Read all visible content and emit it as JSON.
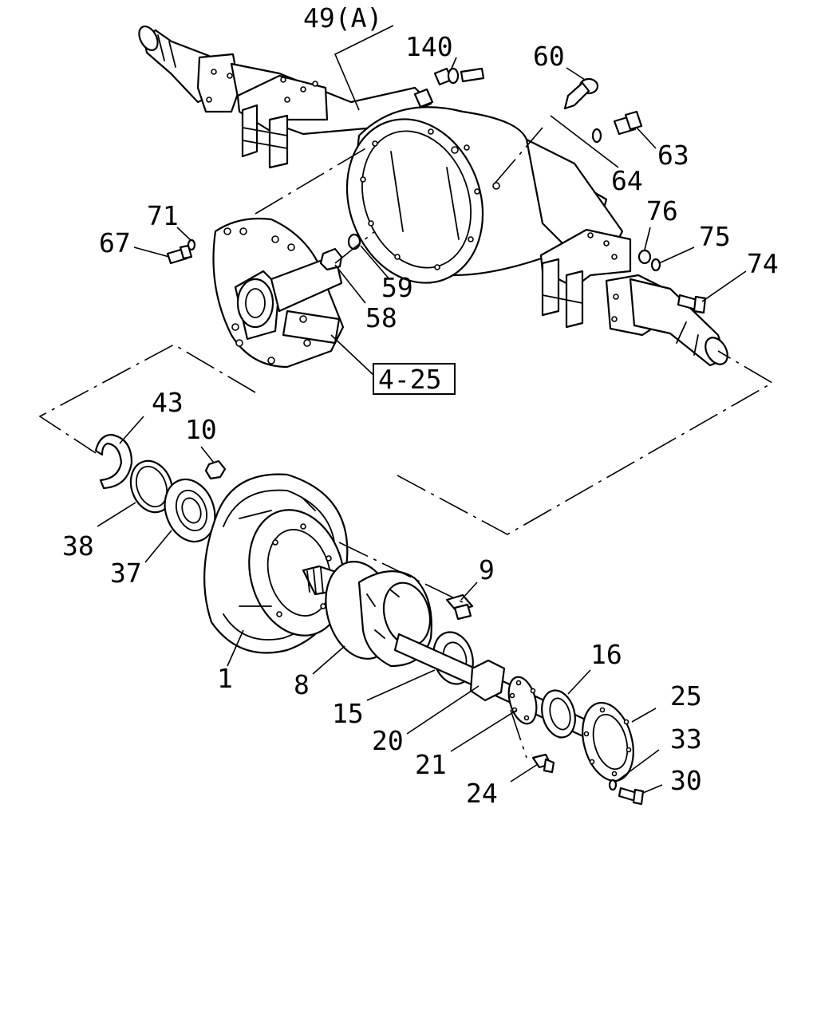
{
  "diagram": {
    "callouts": {
      "c49a": "49(A)",
      "c140": "140",
      "c60": "60",
      "c63": "63",
      "c64": "64",
      "c76": "76",
      "c75": "75",
      "c74": "74",
      "c71": "71",
      "c67": "67",
      "c59": "59",
      "c58": "58",
      "c4_25": "4-25",
      "c43": "43",
      "c10": "10",
      "c38": "38",
      "c37": "37",
      "c1": "1",
      "c8": "8",
      "c9": "9",
      "c15": "15",
      "c16": "16",
      "c20": "20",
      "c21": "21",
      "c24": "24",
      "c25": "25",
      "c33": "33",
      "c30": "30"
    }
  }
}
